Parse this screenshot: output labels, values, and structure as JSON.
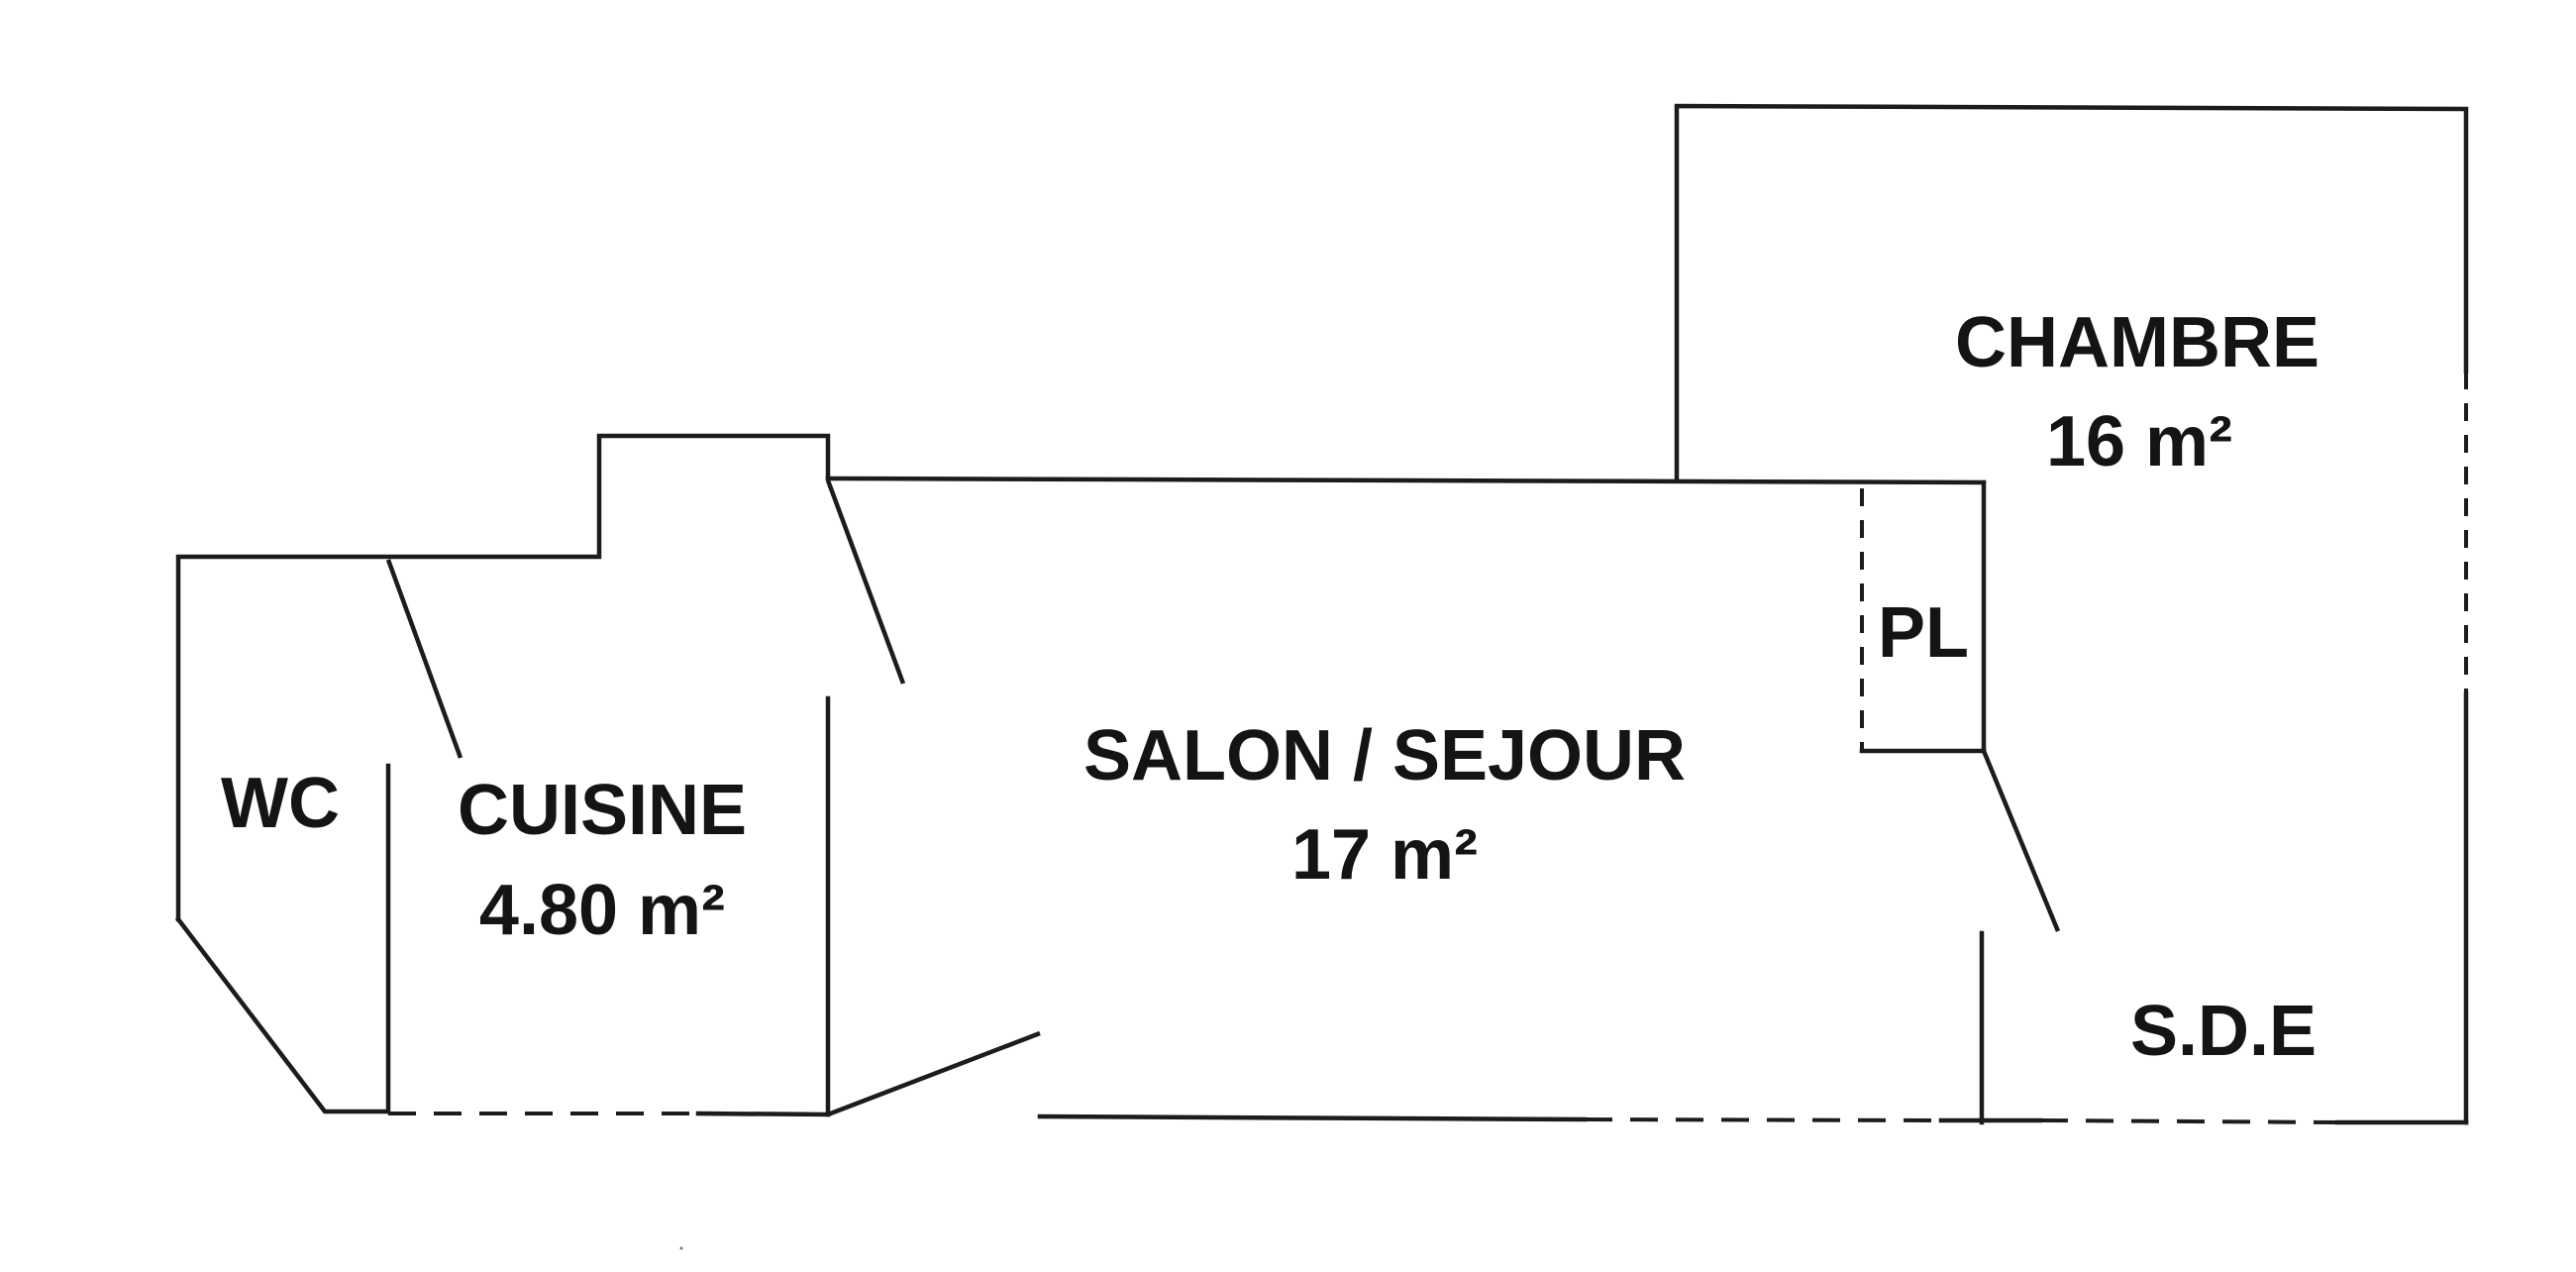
{
  "rooms": {
    "chambre": {
      "name": "CHAMBRE",
      "area": "16 m²"
    },
    "salon": {
      "name": "SALON / SEJOUR",
      "area": "17 m²"
    },
    "cuisine": {
      "name": "CUISINE",
      "area": "4.80 m²"
    },
    "wc": {
      "name": "WC"
    },
    "placard": {
      "name": "PL"
    },
    "sde": {
      "name": "S.D.E"
    }
  },
  "colors": {
    "line": "#1c1c1c",
    "text": "#141414",
    "background": "#ffffff"
  }
}
